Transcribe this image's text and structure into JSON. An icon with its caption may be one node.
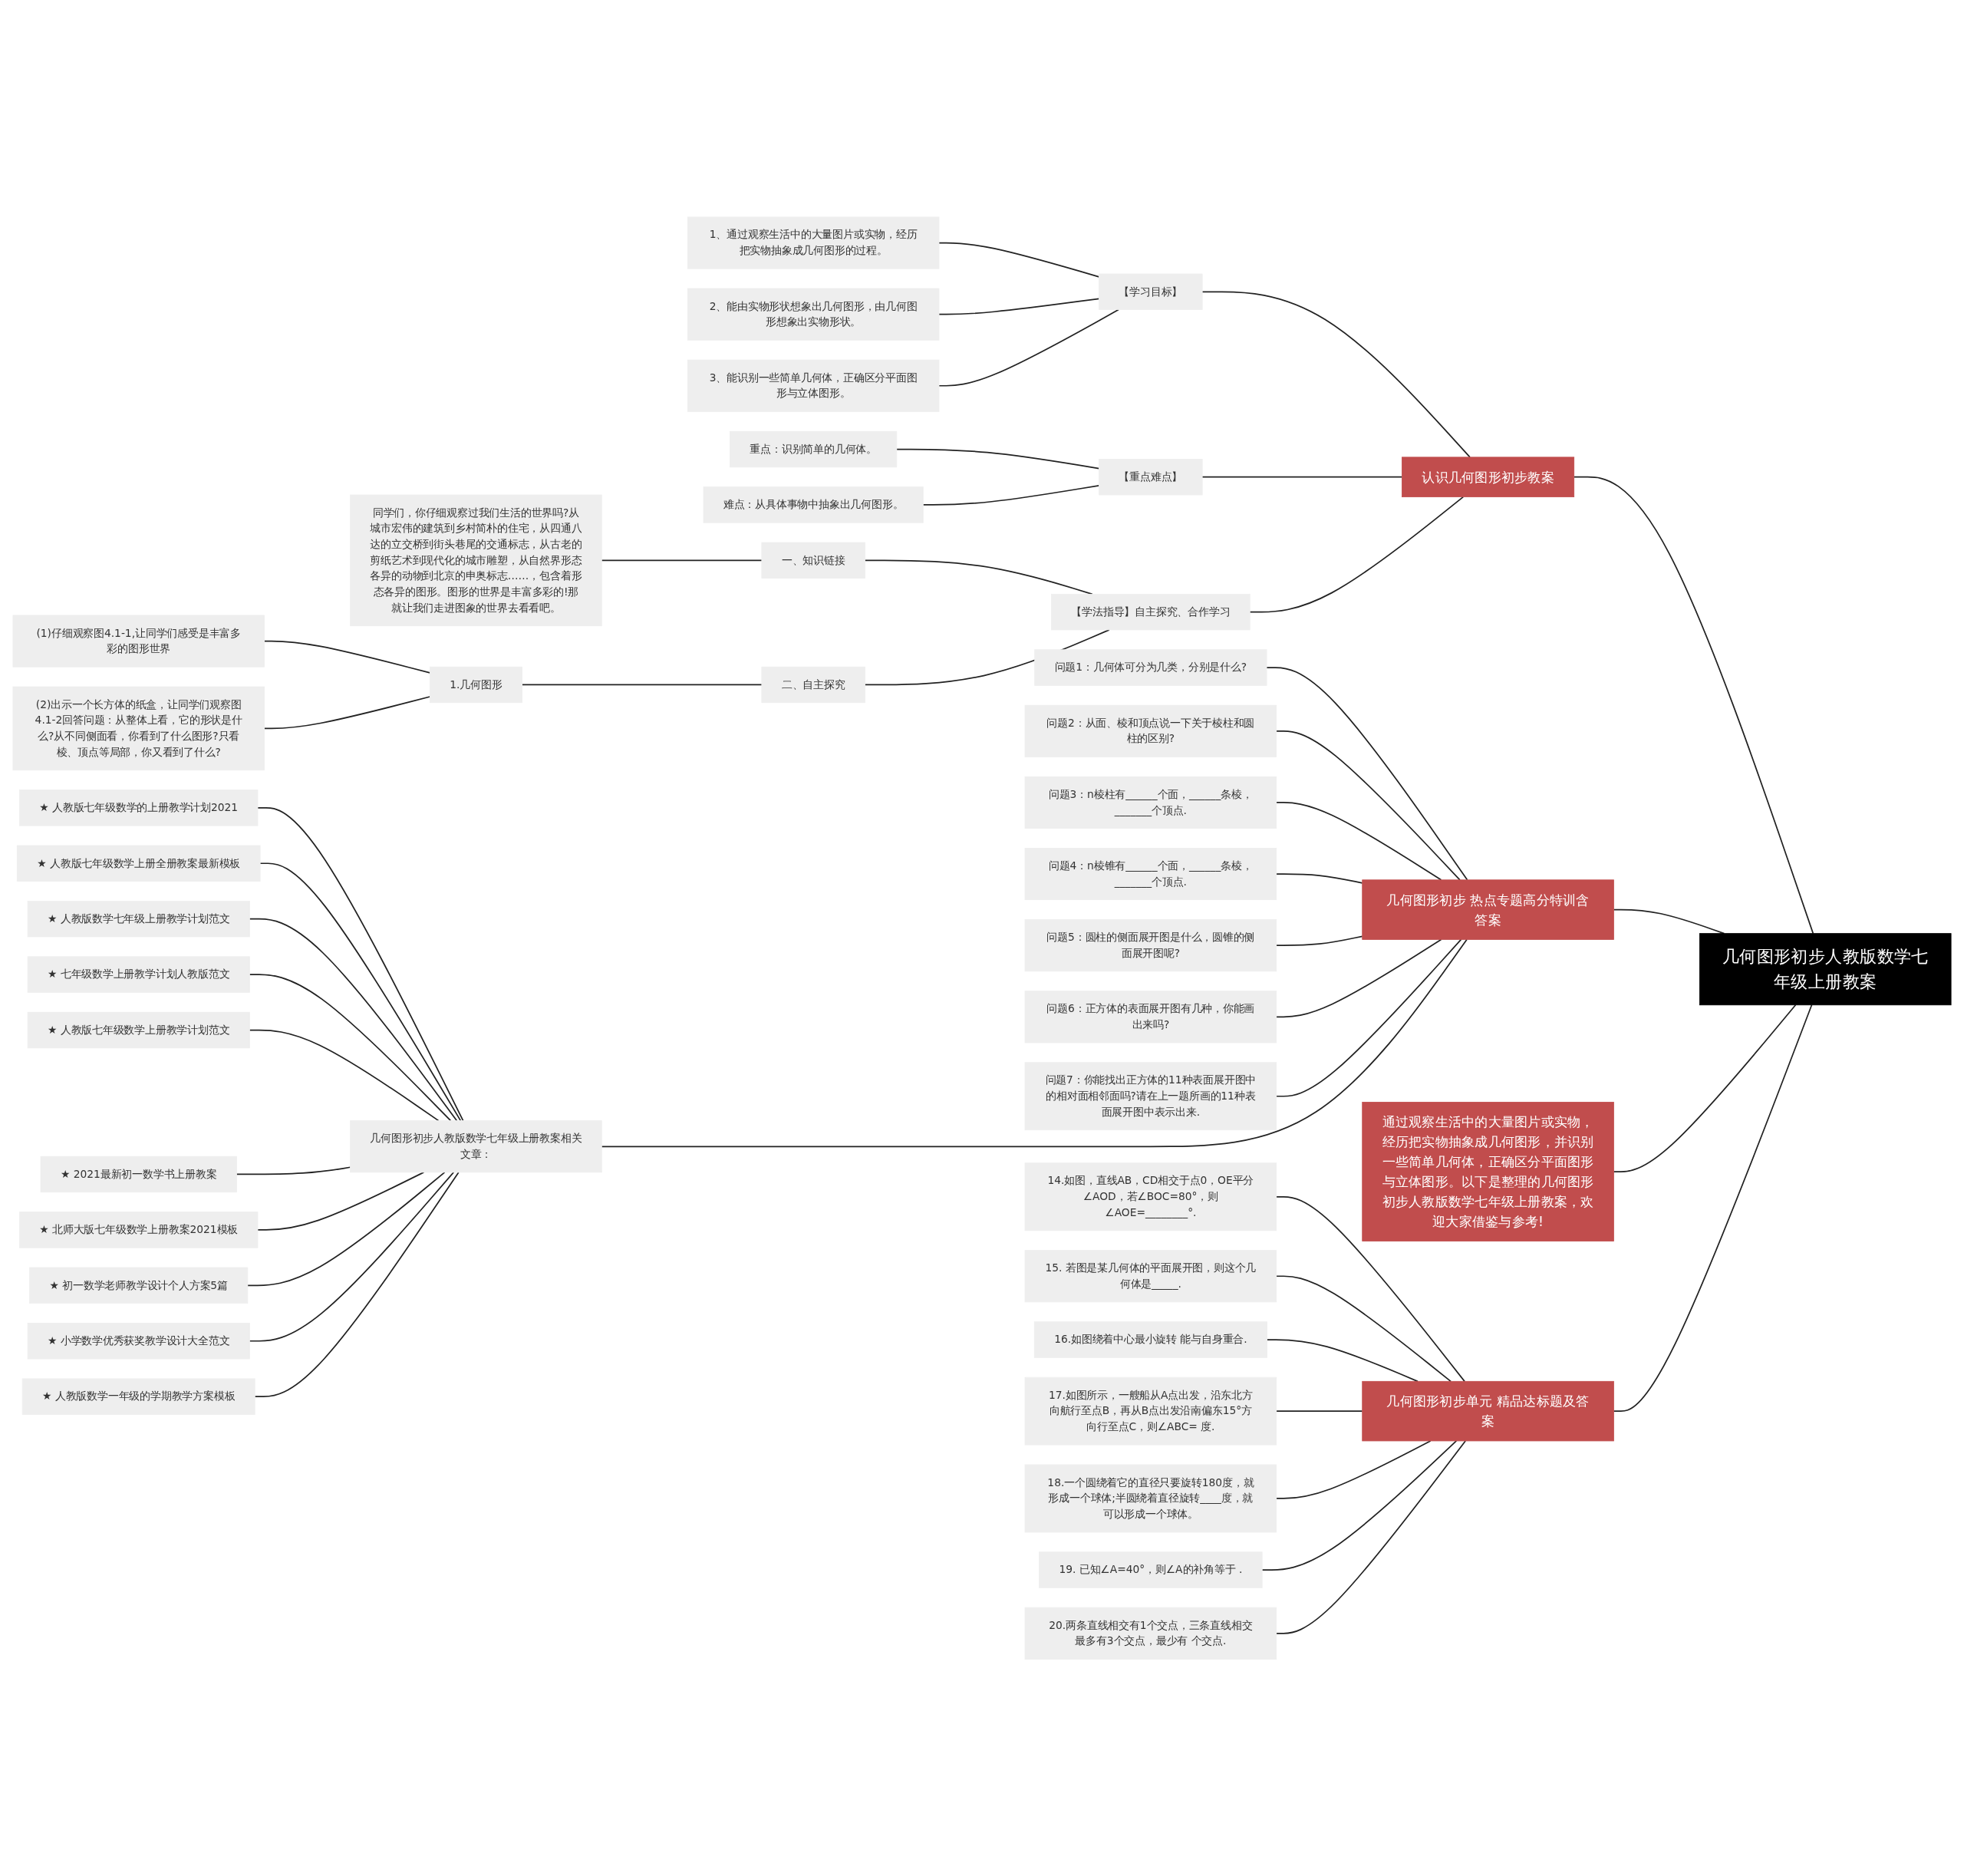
{
  "diagram": {
    "nodes": [
      {
        "text": [
          "几何图形初步人教版数学七年级上册教案"
        ]
      },
      {
        "text": [
          "认识几何图形初步教案"
        ]
      },
      {
        "text": [
          "【学习目标】"
        ]
      },
      {
        "text": [
          "1、通过观察生活中的大量图片或实物，经历把实物抽象成几何图形的过程。"
        ]
      },
      {
        "text": [
          "2、能由实物形状想象出几何图形，由几何图形想象出实物形状。"
        ]
      },
      {
        "text": [
          "3、能识别一些简单几何体，正确区分平面图形与立体图形。"
        ]
      },
      {
        "text": [
          "【重点难点】"
        ]
      },
      {
        "text": [
          "重点：识别简单的几何体。"
        ]
      },
      {
        "text": [
          "难点：从具体事物中抽象出几何图形。"
        ]
      },
      {
        "text": [
          "【学法指导】自主探究、合作学习"
        ]
      },
      {
        "text": [
          "一、知识链接"
        ]
      },
      {
        "text": [
          "同学们，你仔细观察过我们生活的世界吗?从城市宏伟的建筑到乡村简朴的住宅，从四通八达的立交桥到街头巷尾的交通标志，从古老的剪纸艺术到现代化的城市雕塑，从自然界形态各异的动物到北京的申奥标志……，包含着形态各异的图形。图形的世界是丰富多彩的!那就让我们走进图象的世界去看看吧。"
        ]
      },
      {
        "text": [
          "二、自主探究"
        ]
      },
      {
        "text": [
          "1.几何图形"
        ]
      },
      {
        "text": [
          "(1)仔细观察图4.1-1,让同学们感受是丰富多彩的图形世界"
        ]
      },
      {
        "text": [
          "(2)出示一个长方体的纸盒，让同学们观察图4.1-2回答问题：从整体上看，它的形状是什么?从不同侧面看，你看到了什么图形?只看棱、顶点等局部，你又看到了什么?"
        ]
      },
      {
        "text": [
          "几何图形初步 热点专题高分特训含答案"
        ]
      },
      {
        "text": [
          "问题1：几何体可分为几类，分别是什么?"
        ]
      },
      {
        "text": [
          "问题2：从面、棱和顶点说一下关于棱柱和圆柱的区别?"
        ]
      },
      {
        "text": [
          "问题3：n棱柱有______个面，______条棱，_______个顶点."
        ]
      },
      {
        "text": [
          "问题4：n棱锥有______个面，______条棱，_______个顶点."
        ]
      },
      {
        "text": [
          "问题5：圆柱的侧面展开图是什么，圆锥的侧面展开图呢?"
        ]
      },
      {
        "text": [
          "问题6：正方体的表面展开图有几种，你能画出来吗?"
        ]
      },
      {
        "text": [
          "问题7：你能找出正方体的11种表面展开图中的相对面相邻面吗?请在上一题所画的11种表面展开图中表示出来."
        ]
      },
      {
        "text": [
          "几何图形初步人教版数学七年级上册教案相关文章："
        ]
      },
      {
        "text": [
          "★ 人教版七年级数学的上册教学计划2021"
        ]
      },
      {
        "text": [
          "★ 人教版七年级数学上册全册教案最新模板"
        ]
      },
      {
        "text": [
          "★ 人教版数学七年级上册教学计划范文"
        ]
      },
      {
        "text": [
          "★ 七年级数学上册教学计划人教版范文"
        ]
      },
      {
        "text": [
          "★ 人教版七年级数学上册教学计划范文"
        ]
      },
      {
        "text": [
          "★ 2021最新初一数学书上册教案"
        ]
      },
      {
        "text": [
          "★ 北师大版七年级数学上册教案2021模板"
        ]
      },
      {
        "text": [
          "★ 初一数学老师教学设计个人方案5篇"
        ]
      },
      {
        "text": [
          "★ 小学数学优秀获奖教学设计大全范文"
        ]
      },
      {
        "text": [
          "★ 人教版数学一年级的学期教学方案模板"
        ]
      },
      {
        "text": [
          "通过观察生活中的大量图片或实物，经历把实物抽象成几何图形，并识别一些简单几何体，正确区分平面图形与立体图形。以下是整理的几何图形初步人教版数学七年级上册教案，欢迎大家借鉴与参考!"
        ]
      },
      {
        "text": [
          "几何图形初步单元 精品达标题及答案"
        ]
      },
      {
        "text": [
          "14.如图，直线AB，CD相交于点0，OE平分∠AOD，若∠BOC=80°，则∠AOE=________°."
        ]
      },
      {
        "text": [
          "15. 若图是某几何体的平面展开图，则这个几何体是_____."
        ]
      },
      {
        "text": [
          "16.如图绕着中心最小旋转 能与自身重合."
        ]
      },
      {
        "text": [
          "17.如图所示，一艘船从A点出发，沿东北方向航行至点B，再从B点出发沿南偏东15°方向行至点C，则∠ABC= 度."
        ]
      },
      {
        "text": [
          "18.一个圆绕着它的直径只要旋转180度，就形成一个球体;半圆绕着直径旋转____度，就可以形成一个球体。"
        ]
      },
      {
        "text": [
          "19. 已知∠A=40°，则∠A的补角等于 ."
        ]
      },
      {
        "text": [
          "20.两条直线相交有1个交点，三条直线相交最多有3个交点，最少有 个交点."
        ]
      }
    ],
    "edges": [
      {
        "from": 0,
        "to": 1,
        "arrow": "none"
      },
      {
        "from": 1,
        "to": 2,
        "arrow": "none"
      },
      {
        "from": 2,
        "to": 3,
        "arrow": "none"
      },
      {
        "from": 2,
        "to": 4,
        "arrow": "none"
      },
      {
        "from": 2,
        "to": 5,
        "arrow": "none"
      },
      {
        "from": 1,
        "to": 6,
        "arrow": "none"
      },
      {
        "from": 6,
        "to": 7,
        "arrow": "none"
      },
      {
        "from": 6,
        "to": 8,
        "arrow": "none"
      },
      {
        "from": 1,
        "to": 9,
        "arrow": "none"
      },
      {
        "from": 9,
        "to": 10,
        "arrow": "none"
      },
      {
        "from": 10,
        "to": 11,
        "arrow": "none"
      },
      {
        "from": 9,
        "to": 12,
        "arrow": "none"
      },
      {
        "from": 12,
        "to": 13,
        "arrow": "none"
      },
      {
        "from": 13,
        "to": 14,
        "arrow": "none"
      },
      {
        "from": 13,
        "to": 15,
        "arrow": "none"
      },
      {
        "from": 0,
        "to": 16,
        "arrow": "none"
      },
      {
        "from": 16,
        "to": 17,
        "arrow": "none"
      },
      {
        "from": 16,
        "to": 18,
        "arrow": "none"
      },
      {
        "from": 16,
        "to": 19,
        "arrow": "none"
      },
      {
        "from": 16,
        "to": 20,
        "arrow": "none"
      },
      {
        "from": 16,
        "to": 21,
        "arrow": "none"
      },
      {
        "from": 16,
        "to": 22,
        "arrow": "none"
      },
      {
        "from": 16,
        "to": 23,
        "arrow": "none"
      },
      {
        "from": 16,
        "to": 24,
        "arrow": "none"
      },
      {
        "from": 24,
        "to": 25,
        "arrow": "none"
      },
      {
        "from": 24,
        "to": 26,
        "arrow": "none"
      },
      {
        "from": 24,
        "to": 27,
        "arrow": "none"
      },
      {
        "from": 24,
        "to": 28,
        "arrow": "none"
      },
      {
        "from": 24,
        "to": 29,
        "arrow": "none"
      },
      {
        "from": 24,
        "to": 30,
        "arrow": "none"
      },
      {
        "from": 24,
        "to": 31,
        "arrow": "none"
      },
      {
        "from": 24,
        "to": 32,
        "arrow": "none"
      },
      {
        "from": 24,
        "to": 33,
        "arrow": "none"
      },
      {
        "from": 24,
        "to": 34,
        "arrow": "none"
      },
      {
        "from": 0,
        "to": 35,
        "arrow": "none"
      },
      {
        "from": 0,
        "to": 36,
        "arrow": "none"
      },
      {
        "from": 36,
        "to": 37,
        "arrow": "none"
      },
      {
        "from": 36,
        "to": 38,
        "arrow": "none"
      },
      {
        "from": 36,
        "to": 39,
        "arrow": "none"
      },
      {
        "from": 36,
        "to": 40,
        "arrow": "none"
      },
      {
        "from": 36,
        "to": 41,
        "arrow": "none"
      },
      {
        "from": 36,
        "to": 42,
        "arrow": "none"
      },
      {
        "from": 36,
        "to": 43,
        "arrow": "none"
      }
    ]
  }
}
